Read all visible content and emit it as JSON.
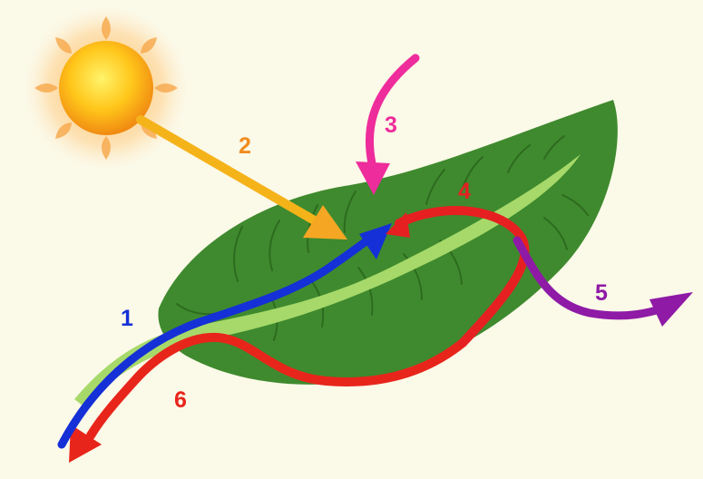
{
  "labels": {
    "one": "1",
    "two": "2",
    "three": "3",
    "four": "4",
    "five": "5",
    "six": "6"
  },
  "colors": {
    "background": "#fbf9e8",
    "leaf": "#3f8a2e",
    "vein": "#a6d96a",
    "sun": "#ffc21a",
    "one": "#1530d6",
    "two": "#f5a623",
    "three": "#ee2c9b",
    "four": "#e62020",
    "five": "#8e1aa6",
    "six": "#e8251b"
  }
}
